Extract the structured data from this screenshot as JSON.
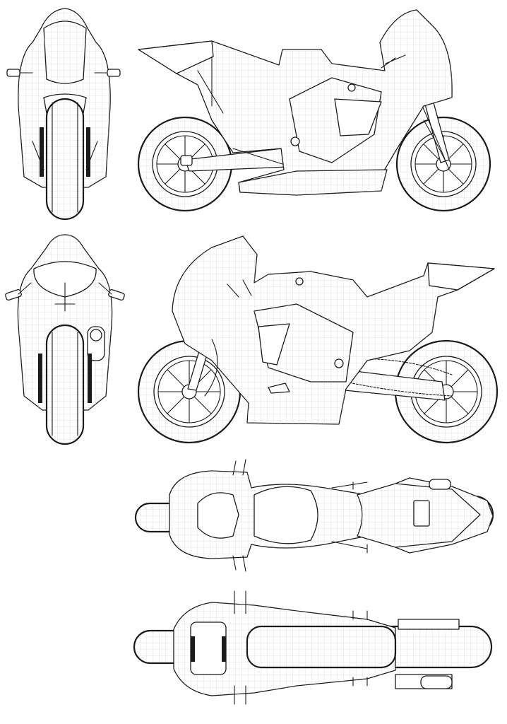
{
  "blueprint": {
    "subject": "racing-motorcycle",
    "views": [
      "front",
      "right-side",
      "rear",
      "left-side",
      "top",
      "bottom"
    ],
    "colors": {
      "line": "#1b1b1b",
      "mesh": "#c9c9c9",
      "background": "#ffffff"
    }
  }
}
